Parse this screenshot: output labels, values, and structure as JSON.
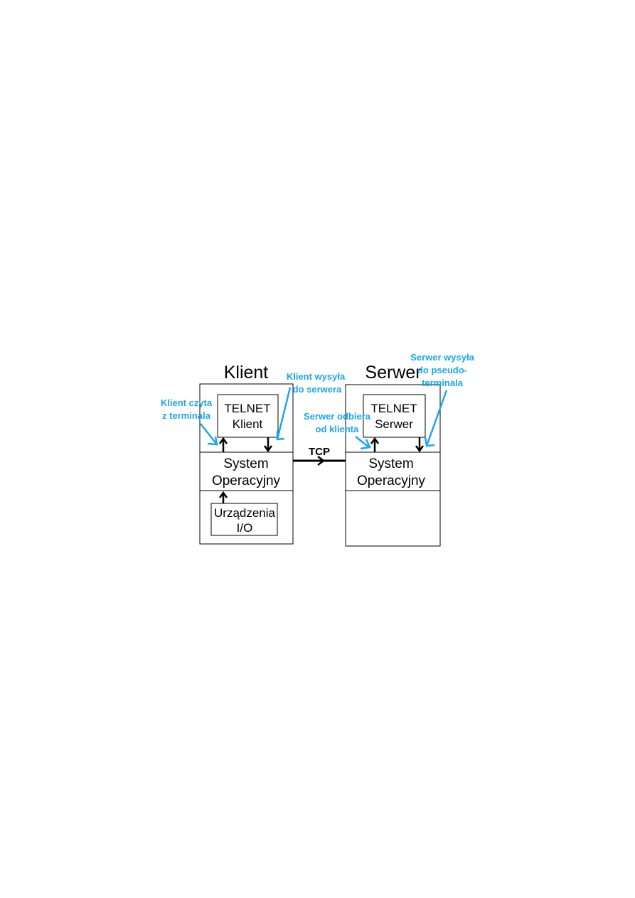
{
  "client": {
    "title": "Klient",
    "app_line1": "TELNET",
    "app_line2": "Klient",
    "os_line1": "System",
    "os_line2": "Operacyjny",
    "io_line1": "Urządzenia",
    "io_line2": "I/O"
  },
  "server": {
    "title": "Serwer",
    "app_line1": "TELNET",
    "app_line2": "Serwer",
    "os_line1": "System",
    "os_line2": "Operacyjny"
  },
  "connection": {
    "label": "TCP"
  },
  "annotations": {
    "client_reads_1": "Klient czyta",
    "client_reads_2": "z terminala",
    "client_sends_1": "Klient wysyła",
    "client_sends_2": "do serwera",
    "server_receives_1": "Serwer odbiera",
    "server_receives_2": "od klienta",
    "server_sends_1": "Serwer wysyła",
    "server_sends_2": "do pseudo-",
    "server_sends_3": "terminala"
  },
  "colors": {
    "annotation": "#1aa7ec",
    "line": "#000000"
  }
}
